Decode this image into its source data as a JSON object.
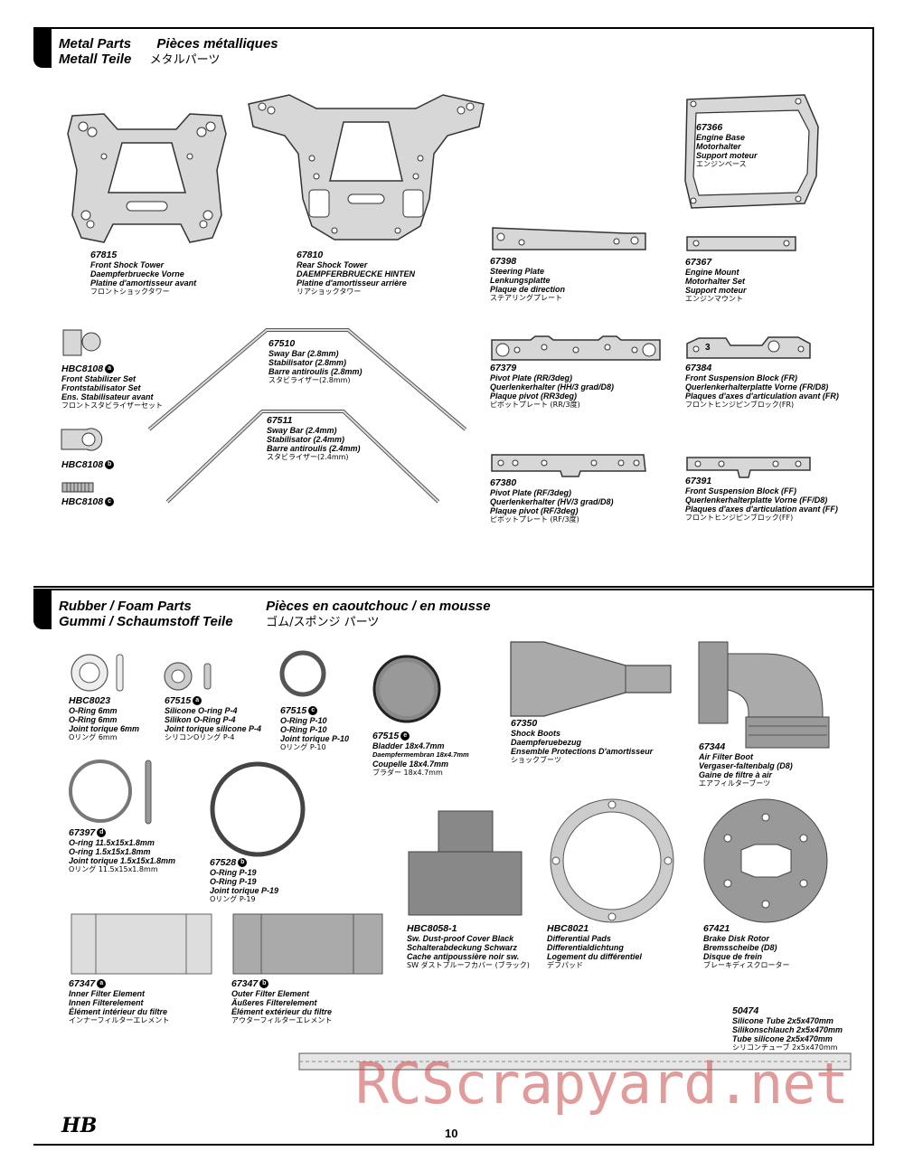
{
  "sections": {
    "metal": {
      "title_en": "Metal Parts",
      "title_fr": "Pièces métalliques",
      "title_de": "Metall Teile",
      "title_jp": "メタルパーツ"
    },
    "rubber": {
      "title_en": "Rubber / Foam Parts",
      "title_fr": "Pièces en caoutchouc / en mousse",
      "title_de": "Gummi / Schaumstoff Teile",
      "title_jp": "ゴム/スポンジ パーツ"
    }
  },
  "parts": {
    "p67815": {
      "num": "67815",
      "l1": "Front Shock Tower",
      "l2": "Daempferbruecke Vorne",
      "l3": "Platine d'amortisseur avant",
      "l4": "フロントショックタワー"
    },
    "p67810": {
      "num": "67810",
      "l1": "Rear Shock Tower",
      "l2": "DAEMPFERBRUECKE HINTEN",
      "l3": "Platine d'amortisseur arrière",
      "l4": "リアショックタワー"
    },
    "p67366": {
      "num": "67366",
      "l1": "Engine Base",
      "l2": "Motorhalter",
      "l3": "Support moteur",
      "l4": "エンジンベース"
    },
    "p67398": {
      "num": "67398",
      "l1": "Steering Plate",
      "l2": "Lenkungsplatte",
      "l3": "Plaque de direction",
      "l4": "ステアリングプレート"
    },
    "p67367": {
      "num": "67367",
      "l1": "Engine Mount",
      "l2": "Motorhalter Set",
      "l3": "Support moteur",
      "l4": "エンジンマウント"
    },
    "p8108a": {
      "num": "HBC8108",
      "badge": "a",
      "l1": "Front Stabilizer Set",
      "l2": "Frontstabilisator Set",
      "l3": "Ens. Stabilisateur avant",
      "l4": "フロントスタビライザーセット"
    },
    "p67510": {
      "num": "67510",
      "l1": "Sway Bar (2.8mm)",
      "l2": "Stabilisator (2.8mm)",
      "l3": "Barre antiroulis (2.8mm)",
      "l4": "スタビライザー(2.8mm)"
    },
    "p67511": {
      "num": "67511",
      "l1": "Sway Bar (2.4mm)",
      "l2": "Stabilisator (2.4mm)",
      "l3": "Barre antiroulis (2.4mm)",
      "l4": "スタビライザー(2.4mm)"
    },
    "p8108b": {
      "num": "HBC8108",
      "badge": "b"
    },
    "p8108c": {
      "num": "HBC8108",
      "badge": "c"
    },
    "p67379": {
      "num": "67379",
      "l1": "Pivot Plate (RR/3deg)",
      "l2": "Querlenkerhalter (HH/3 grad/D8)",
      "l3": "Plaque pivot (RR3deg)",
      "l4": "ピボットプレート (RR/3度)"
    },
    "p67384": {
      "num": "67384",
      "l1": "Front Suspension Block (FR)",
      "l2": "Querlenkerhalterplatte Vorne (FR/D8)",
      "l3": "Plaques d'axes d'articulation avant  (FR)",
      "l4": "フロントヒンジピンブロック(FR)"
    },
    "p67380": {
      "num": "67380",
      "l1": "Pivot Plate (RF/3deg)",
      "l2": "Querlenkerhalter (HV/3 grad/D8)",
      "l3": "Plaque pivot (RF/3deg)",
      "l4": "ピボットプレート (RF/3度)"
    },
    "p67391": {
      "num": "67391",
      "l1": "Front Suspension Block (FF)",
      "l2": "Querlenkerhalterplatte Vorne (FF/D8)",
      "l3": "Plaques d'axes d'articulation avant (FF)",
      "l4": "フロントヒンジピンブロック(FF)"
    },
    "p8023": {
      "num": "HBC8023",
      "l1": "O-Ring 6mm",
      "l2": "O-Ring 6mm",
      "l3": "Joint torique 6mm",
      "l4": "Oリング 6mm"
    },
    "p67515a": {
      "num": "67515",
      "badge": "a",
      "l1": "Silicone O-ring P-4",
      "l2": "Silikon O-Ring P-4",
      "l3": "Joint torique silicone P-4",
      "l4": "シリコンOリング P-4"
    },
    "p67515c": {
      "num": "67515",
      "badge": "c",
      "l1": "O-Ring P-10",
      "l2": "O-Ring P-10",
      "l3": "Joint torique P-10",
      "l4": "Oリング P-10"
    },
    "p67515e": {
      "num": "67515",
      "badge": "e",
      "l1": "Bladder 18x4.7mm",
      "l2": "Daempfermembran 18x4.7mm",
      "l3": "Coupelle 18x4.7mm",
      "l4": "ブラダー 18x4.7mm"
    },
    "p67350": {
      "num": "67350",
      "l1": "Shock Boots",
      "l2": "Daempferuebezug",
      "l3": "Ensemble Protections D'amortisseur",
      "l4": "ショックブーツ"
    },
    "p67344": {
      "num": "67344",
      "l1": "Air Filter Boot",
      "l2": "Vergaser-faltenbalg (D8)",
      "l3": "Gaine de filtre à air",
      "l4": "エアフィルターブーツ"
    },
    "p67397": {
      "num": "67397",
      "badge": "d",
      "l1": "O-ring 11.5x15x1.8mm",
      "l2": "O-ring 1.5x15x1.8mm",
      "l3": "Joint torique 1.5x15x1.8mm",
      "l4": "Oリング 11.5x15x1.8mm"
    },
    "p67528": {
      "num": "67528",
      "badge": "b",
      "l1": "O-Ring P-19",
      "l2": "O-Ring P-19",
      "l3": "Joint torique P-19",
      "l4": "Oリング P-19"
    },
    "p8058": {
      "num": "HBC8058-1",
      "l1": "Sw. Dust-proof Cover Black",
      "l2": "Schalterabdeckung Schwarz",
      "l3": "Cache antipoussière noir sw.",
      "l4": "SW ダストプルーフカバー (ブラック)"
    },
    "p8021": {
      "num": "HBC8021",
      "l1": "Differential Pads",
      "l2": "Differentialdichtung",
      "l3": "Logement du différentiel",
      "l4": "デフパッド"
    },
    "p67421": {
      "num": "67421",
      "l1": "Brake Disk Rotor",
      "l2": "Bremsscheibe (D8)",
      "l3": "Disque de frein",
      "l4": "ブレーキディスクローター"
    },
    "p67347a": {
      "num": "67347",
      "badge": "a",
      "l1": "Inner Filter Element",
      "l2": "Innen Filterelement",
      "l3": "Élément intérieur du filtre",
      "l4": "インナーフィルターエレメント"
    },
    "p67347b": {
      "num": "67347",
      "badge": "b",
      "l1": "Outer Filter Element",
      "l2": "Äußeres Filterelement",
      "l3": "Élément extérieur du filtre",
      "l4": "アウターフィルターエレメント"
    },
    "p50474": {
      "num": "50474",
      "l1": "Silicone Tube 2x5x470mm",
      "l2": "Silikonschlauch 2x5x470mm",
      "l3": "Tube silicone 2x5x470mm",
      "l4": "シリコンチューブ 2x5x470mm"
    }
  },
  "page_number": "10",
  "watermark": "RCScrapyard.net",
  "logo": "HB"
}
